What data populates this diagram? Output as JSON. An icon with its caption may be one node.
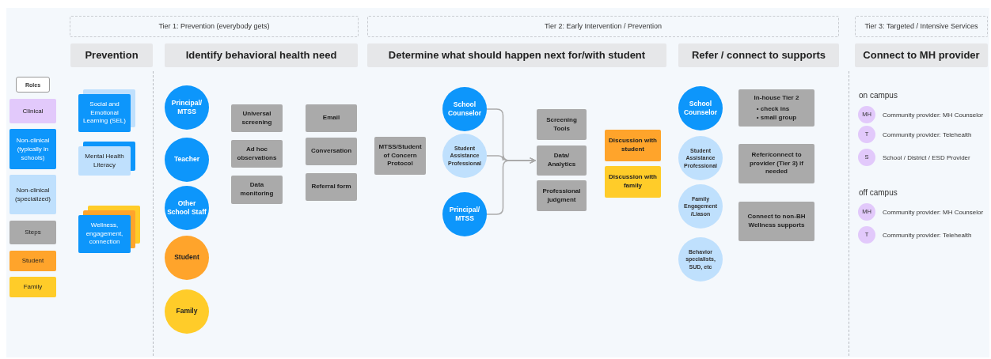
{
  "diagram": {
    "nodes": [
      {
        "text": [
          "Tier 1: Prevention (everybody gets)"
        ]
      },
      {
        "text": [
          "Tier 2: Early Intervention / Prevention"
        ]
      },
      {
        "text": [
          "Tier 3: Targeted / Intensive Services"
        ]
      },
      {
        "text": [
          "Prevention"
        ]
      },
      {
        "text": [
          "Identify behavioral health need"
        ]
      },
      {
        "text": [
          "Determine what should happen next for/with student"
        ]
      },
      {
        "text": [
          "Refer / connect to supports"
        ]
      },
      {
        "text": [
          "Connect to MH provider"
        ]
      },
      {
        "text": [
          "Social and Emotional Learning (SEL)"
        ]
      },
      {
        "text": [
          "Mental Health Literacy"
        ]
      },
      {
        "text": [
          "Wellness, engagement, connection"
        ]
      },
      {
        "text": [
          "Principal/ MTSS"
        ]
      },
      {
        "text": [
          "Teacher"
        ]
      },
      {
        "text": [
          "Other School Staff"
        ]
      },
      {
        "text": [
          "Student"
        ]
      },
      {
        "text": [
          "Family"
        ]
      },
      {
        "text": [
          "Universal screening"
        ]
      },
      {
        "text": [
          "Ad hoc observations"
        ]
      },
      {
        "text": [
          "Data monitoring"
        ]
      },
      {
        "text": [
          "Email"
        ]
      },
      {
        "text": [
          "Conversation"
        ]
      },
      {
        "text": [
          "Referral form"
        ]
      },
      {
        "text": [
          "MTSS/Student of Concern Protocol"
        ]
      },
      {
        "text": [
          "School Counselor"
        ]
      },
      {
        "text": [
          "Student Assistance Professional"
        ]
      },
      {
        "text": [
          "Principal/ MTSS"
        ]
      },
      {
        "text": [
          "Screening Tools"
        ]
      },
      {
        "text": [
          "Data/ Analytics"
        ]
      },
      {
        "text": [
          "Professional judgment"
        ]
      },
      {
        "text": [
          "Discussion with student"
        ]
      },
      {
        "text": [
          "Discussion with family"
        ]
      },
      {
        "text": [
          "School Counselor"
        ]
      },
      {
        "text": [
          "Student Assistance Professional"
        ]
      },
      {
        "text": [
          "Family Engagement /Liason"
        ]
      },
      {
        "text": [
          "Behavior specialists, SUD, etc"
        ]
      },
      {
        "text": [
          "In-house Tier 2",
          "• check ins",
          "• small group"
        ]
      },
      {
        "text": [
          "Refer/connect to provider (Tier 3) if needed"
        ]
      },
      {
        "text": [
          "Connect to non-BH Wellness supports"
        ]
      },
      {
        "text": [
          "MH"
        ],
        "beside": [
          "Community provider: MH Counselor"
        ]
      },
      {
        "text": [
          "T"
        ],
        "beside": [
          "Community provider: Telehealth"
        ]
      },
      {
        "text": [
          "S"
        ],
        "beside": [
          "School / District / ESD Provider"
        ]
      },
      {
        "text": [
          "MH"
        ],
        "beside": [
          "Community provider: MH Counselor"
        ]
      },
      {
        "text": [
          "T"
        ],
        "beside": [
          "Community provider: Telehealth"
        ]
      }
    ],
    "edges": [
      {
        "from": 23,
        "to": 27,
        "arrow": "to"
      },
      {
        "from": 24,
        "to": 27,
        "arrow": "to"
      },
      {
        "from": 25,
        "to": 27,
        "arrow": "to"
      }
    ],
    "labels": [
      "Roles",
      "on campus",
      "off campus"
    ],
    "legend": [
      {
        "text": "Clinical",
        "color": "#e2c9fb"
      },
      {
        "text": "Non-clinical (typically in schools)",
        "color": "#0d96fb"
      },
      {
        "text": "Non-clinical (specialized)",
        "color": "#bfe0fd"
      },
      {
        "text": "Steps",
        "color": "#aaaaaa"
      },
      {
        "text": "Student",
        "color": "#ffa42b"
      },
      {
        "text": "Family",
        "color": "#ffcc29"
      }
    ]
  }
}
